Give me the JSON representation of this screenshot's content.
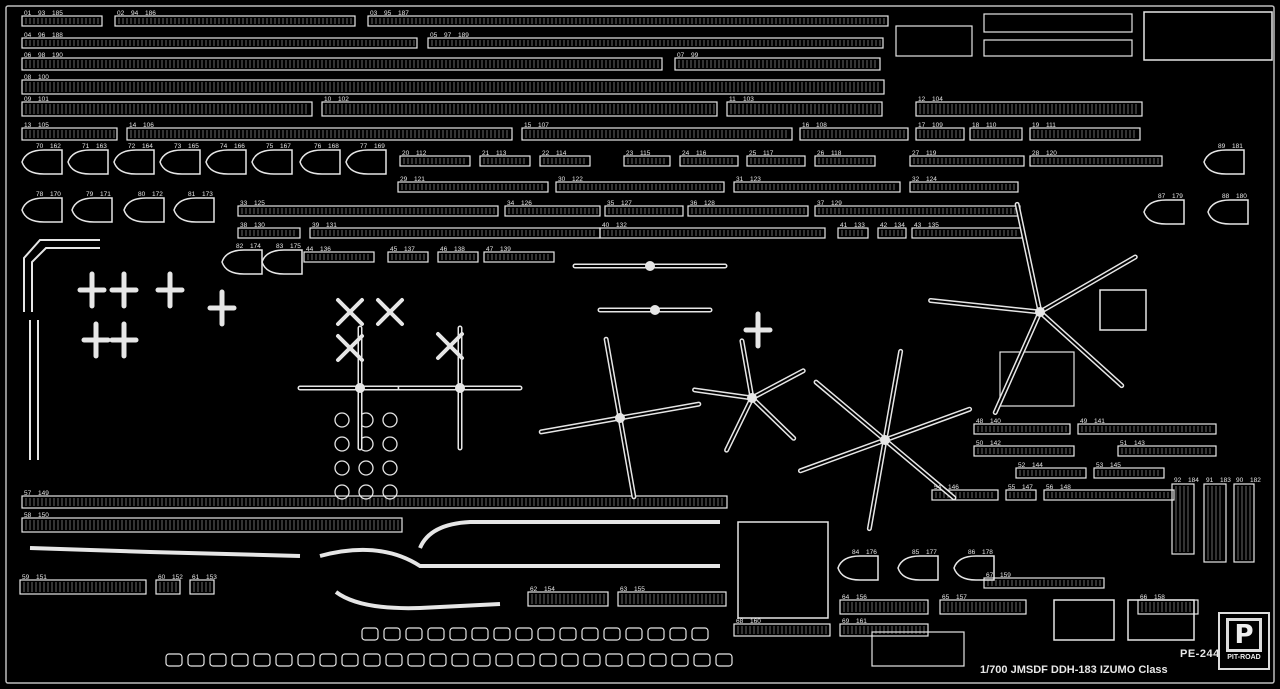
{
  "sheet": {
    "code": "PE-244",
    "title": "1/700 JMSDF DDH-183 IZUMO Class",
    "logo_text": "PIT-ROAD",
    "logo_mark": "P",
    "colors": {
      "background": "#000000",
      "metal": "#e6e6e6",
      "frame": "#bdbdbd"
    }
  },
  "part_numbers": [
    "01",
    "02",
    "03",
    "04",
    "05",
    "06",
    "07",
    "08",
    "09",
    "10",
    "11",
    "12",
    "13",
    "14",
    "15",
    "16",
    "17",
    "18",
    "19",
    "20",
    "21",
    "22",
    "23",
    "24",
    "25",
    "26",
    "27",
    "28",
    "29",
    "30",
    "31",
    "32",
    "33",
    "34",
    "35",
    "36",
    "37",
    "38",
    "39",
    "40",
    "41",
    "42",
    "43",
    "44",
    "45",
    "46",
    "47",
    "48",
    "49",
    "50",
    "51",
    "52",
    "53",
    "54",
    "55",
    "56",
    "57",
    "58",
    "59",
    "60",
    "61",
    "62",
    "63",
    "64",
    "65",
    "66",
    "67",
    "68",
    "69",
    "70",
    "71",
    "72",
    "73",
    "74",
    "75",
    "76",
    "77",
    "78",
    "79",
    "80",
    "81",
    "82",
    "83",
    "84",
    "85",
    "86",
    "87",
    "88",
    "89",
    "90",
    "91",
    "92",
    "93",
    "94",
    "95",
    "96",
    "97",
    "98",
    "99",
    "100",
    "101",
    "102",
    "103",
    "104",
    "105",
    "106",
    "107",
    "108",
    "109",
    "110",
    "111",
    "112",
    "113",
    "114",
    "115",
    "116",
    "117",
    "118",
    "119",
    "120",
    "121",
    "122",
    "123",
    "124",
    "125",
    "126",
    "127",
    "128",
    "129",
    "130",
    "131",
    "132",
    "133",
    "134",
    "135",
    "136",
    "137",
    "138",
    "139",
    "140",
    "141",
    "142",
    "143",
    "144",
    "145",
    "146",
    "147",
    "148",
    "149",
    "150",
    "151",
    "152",
    "153",
    "154",
    "155",
    "156",
    "157",
    "158",
    "159",
    "160",
    "161",
    "162",
    "163",
    "164",
    "165",
    "166",
    "167",
    "168",
    "169",
    "170",
    "171",
    "172",
    "173",
    "174",
    "175",
    "176",
    "177",
    "178",
    "179",
    "180",
    "181",
    "182",
    "183",
    "184",
    "185",
    "186",
    "187",
    "188",
    "189",
    "190"
  ]
}
